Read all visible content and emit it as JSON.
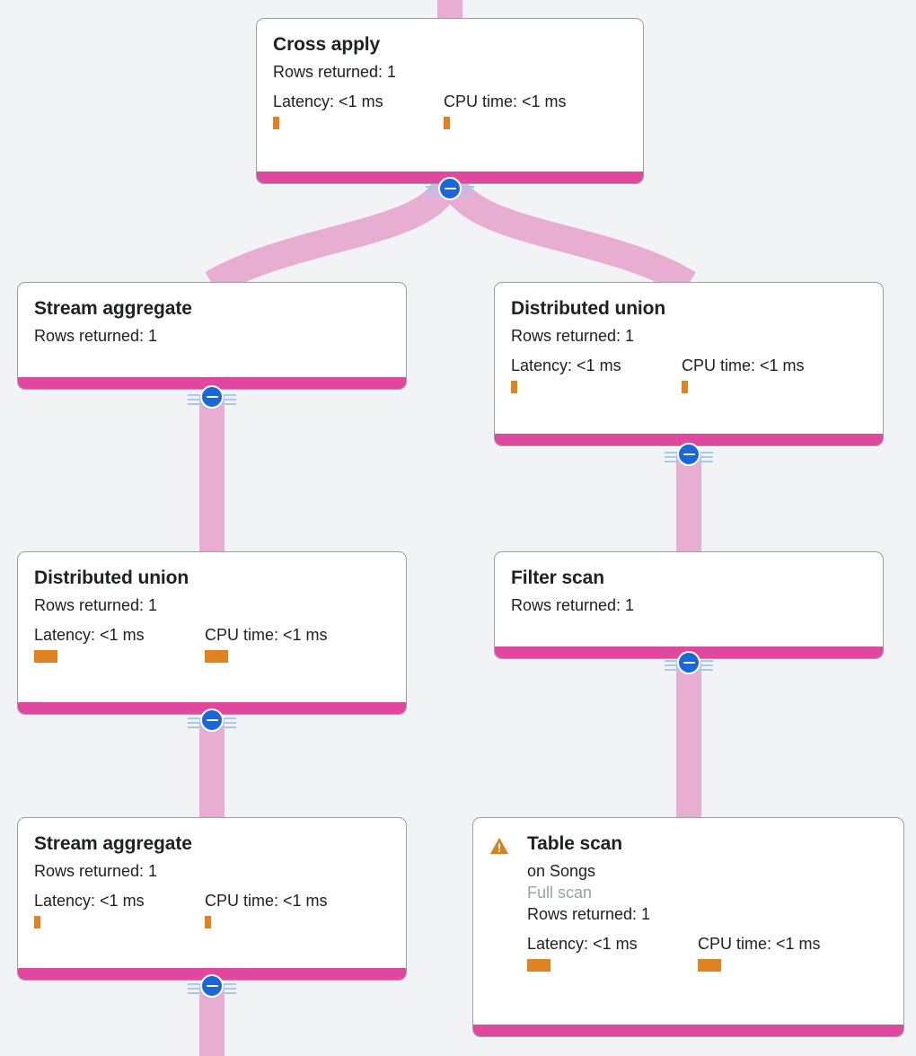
{
  "theme": {
    "background": "#f1f3f4",
    "card_background": "#ffffff",
    "card_border": "#9aa0a6",
    "accent_pink": "#e0489f",
    "edge_pink": "#e8aed1",
    "metric_orange": "#e0821f",
    "toggle_blue": "#1a68d8",
    "muted_text": "#9aa0a6",
    "text": "#202124"
  },
  "labels": {
    "rows_returned_prefix": "Rows returned:",
    "latency_prefix": "Latency:",
    "cpu_prefix": "CPU time:"
  },
  "nodes": [
    {
      "id": "cross-apply",
      "title": "Cross apply",
      "rows_returned": "Rows returned: 1",
      "latency": "Latency: <1 ms",
      "cpu": "CPU time: <1 ms",
      "latency_bar": "narrow",
      "cpu_bar": "narrow",
      "warning": false,
      "collapsed": false
    },
    {
      "id": "stream-aggregate-left-1",
      "title": "Stream aggregate",
      "rows_returned": "Rows returned: 1",
      "warning": false,
      "collapsed": false
    },
    {
      "id": "distributed-union-right-1",
      "title": "Distributed union",
      "rows_returned": "Rows returned: 1",
      "latency": "Latency: <1 ms",
      "cpu": "CPU time: <1 ms",
      "latency_bar": "narrow",
      "cpu_bar": "narrow",
      "warning": false,
      "collapsed": false
    },
    {
      "id": "distributed-union-left-2",
      "title": "Distributed union",
      "rows_returned": "Rows returned: 1",
      "latency": "Latency: <1 ms",
      "cpu": "CPU time: <1 ms",
      "latency_bar": "wide",
      "cpu_bar": "wide",
      "warning": false,
      "collapsed": false
    },
    {
      "id": "filter-scan-right-2",
      "title": "Filter scan",
      "rows_returned": "Rows returned: 1",
      "warning": false,
      "collapsed": false
    },
    {
      "id": "stream-aggregate-left-3",
      "title": "Stream aggregate",
      "rows_returned": "Rows returned: 1",
      "latency": "Latency: <1 ms",
      "cpu": "CPU time: <1 ms",
      "latency_bar": "narrow",
      "cpu_bar": "narrow",
      "warning": false,
      "collapsed": false
    },
    {
      "id": "table-scan-right-3",
      "title": "Table scan",
      "target": "on Songs",
      "scan_type": "Full scan",
      "rows_returned": "Rows returned: 1",
      "latency": "Latency: <1 ms",
      "cpu": "CPU time: <1 ms",
      "latency_bar": "wide",
      "cpu_bar": "wide",
      "warning": true,
      "warning_icon": "warning-triangle-icon",
      "collapsed": false
    }
  ]
}
